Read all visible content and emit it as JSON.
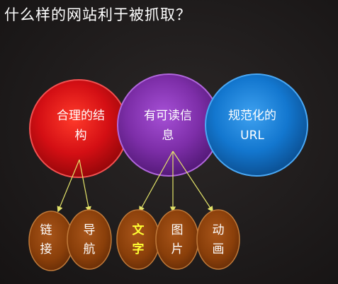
{
  "title": "什么样的网站利于被抓取？",
  "colors": {
    "red": "#d40f14",
    "purple": "#7d2ea8",
    "blue": "#1377cf",
    "oval": "#8a3f0a",
    "arrow": "#e3e36a",
    "highlight": "#ffff33"
  },
  "circles": [
    {
      "id": "structure",
      "label": "合理的结构"
    },
    {
      "id": "readable",
      "label": "有可读信息"
    },
    {
      "id": "url",
      "label": "规范化的URL"
    }
  ],
  "ovals": [
    {
      "id": "link",
      "label": "链接",
      "parent": "structure"
    },
    {
      "id": "nav",
      "label": "导航",
      "parent": "structure"
    },
    {
      "id": "text",
      "label": "文字",
      "parent": "readable",
      "highlight": true
    },
    {
      "id": "image",
      "label": "图片",
      "parent": "readable"
    },
    {
      "id": "animation",
      "label": "动画",
      "parent": "readable"
    }
  ]
}
